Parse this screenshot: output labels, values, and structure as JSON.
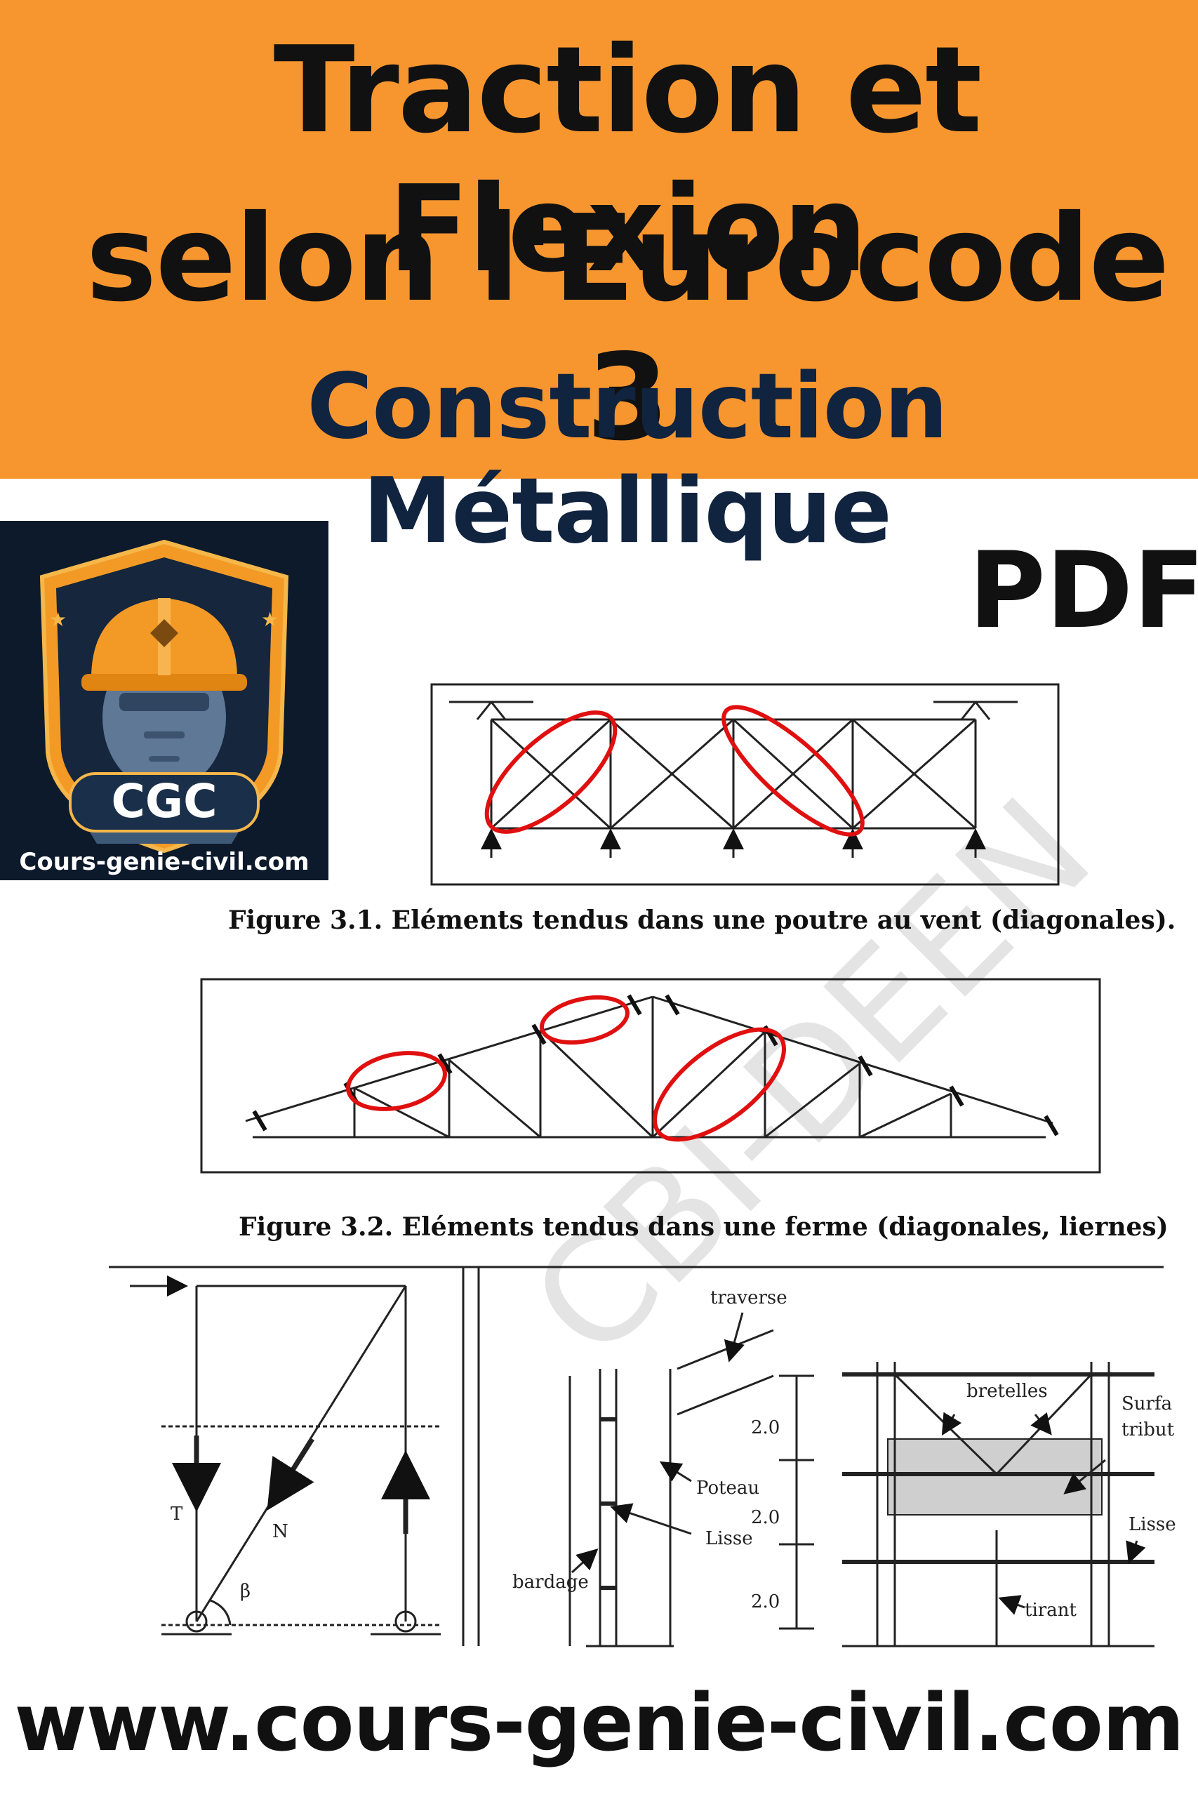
{
  "banner": {
    "line1": "Traction et Flexion",
    "line2": "selon l'Eurocode 3",
    "line3": "Construction Métallique",
    "background": "#f7962e",
    "subtitle_color": "#10233f"
  },
  "logo": {
    "badge_text": "CGC",
    "site": "Cours-genie-civil.com"
  },
  "pdf_label": "PDF",
  "figure1": {
    "caption": "Figure 3.1. Eléments tendus dans une poutre au vent (diagonales)."
  },
  "figure2": {
    "caption": "Figure 3.2. Eléments tendus dans une ferme (diagonales, liernes)"
  },
  "figure3": {
    "left": {
      "t_label": "T",
      "n_label": "N",
      "beta_label": "β"
    },
    "middle": {
      "traverse": "traverse",
      "poteau": "Poteau",
      "lisse": "Lisse",
      "bardage": "bardage",
      "dim1": "2.0",
      "dim2": "2.0",
      "dim3": "2.0"
    },
    "right": {
      "bretelles": "bretelles",
      "surface": "Surfa",
      "tributaire": "tribut",
      "lisse": "Lisse",
      "tirant": "tirant"
    }
  },
  "footer": "www.cours-genie-civil.com",
  "highlight_color": "#e01010"
}
